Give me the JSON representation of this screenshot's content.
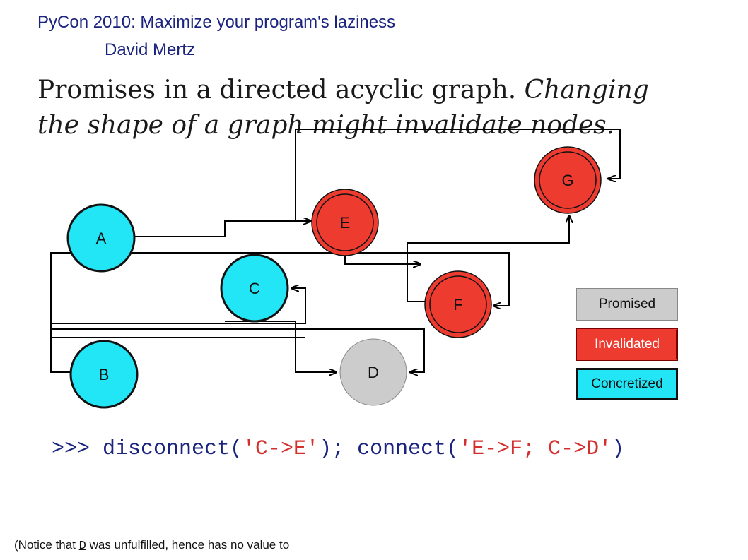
{
  "header": {
    "line1": "PyCon 2010: Maximize your program's laziness",
    "line2": "David Mertz"
  },
  "title": {
    "part1": "Promises in a directed acyclic graph. ",
    "part2": "Changing the shape of a graph might invalidate nodes."
  },
  "nodes": [
    {
      "id": "A",
      "label": "A",
      "state": "Concretized"
    },
    {
      "id": "B",
      "label": "B",
      "state": "Concretized"
    },
    {
      "id": "C",
      "label": "C",
      "state": "Concretized"
    },
    {
      "id": "D",
      "label": "D",
      "state": "Promised"
    },
    {
      "id": "E",
      "label": "E",
      "state": "Invalidated"
    },
    {
      "id": "F",
      "label": "F",
      "state": "Invalidated"
    },
    {
      "id": "G",
      "label": "G",
      "state": "Invalidated"
    }
  ],
  "legend": {
    "promised": "Promised",
    "invalidated": "Invalidated",
    "concretized": "Concretized"
  },
  "colors": {
    "concretized": "#22e5f5",
    "invalidated": "#ee3b30",
    "promised": "#cccccc",
    "header": "#1a237e",
    "string": "#d32f2f"
  },
  "code": {
    "prompt": ">>> disconnect(",
    "arg1": "'C->E'",
    "mid": "); connect(",
    "arg2": "'E->F; C->D'",
    "end": ")"
  },
  "footnote": {
    "before": "(Notice that ",
    "var": "D",
    "after": " was unfulfilled, hence has no value to"
  }
}
